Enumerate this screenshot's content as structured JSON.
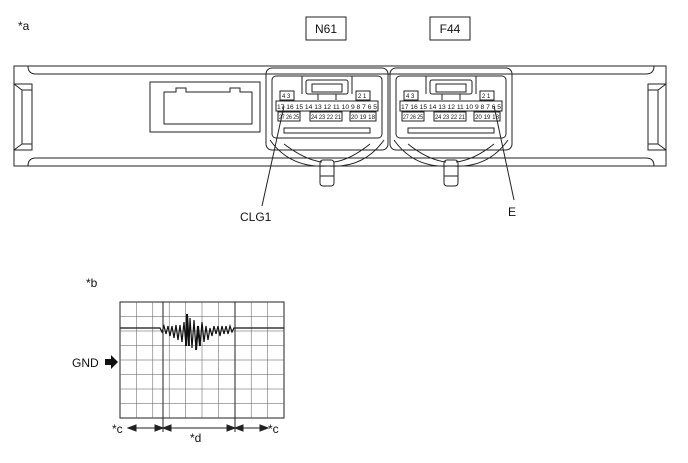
{
  "labels": {
    "a": "*a",
    "b": "*b",
    "c_left": "*c",
    "c_right": "*c",
    "d": "*d",
    "gnd": "GND"
  },
  "connectors": {
    "left_name": "N61",
    "right_name": "F44",
    "left_terminal": "CLG1",
    "right_terminal": "E"
  },
  "pins": {
    "top_pair_left": "4 3",
    "top_pair_right": "2 1",
    "middle_row": "17 16 15 14 13 12 11 10 9 8 7 6 5",
    "bottom_row_left": "27 26 25",
    "bottom_row_mid": "24 23 22 21",
    "bottom_row_right": "20 19 18"
  },
  "icons": {
    "gnd_marker": "right-arrow-icon"
  }
}
